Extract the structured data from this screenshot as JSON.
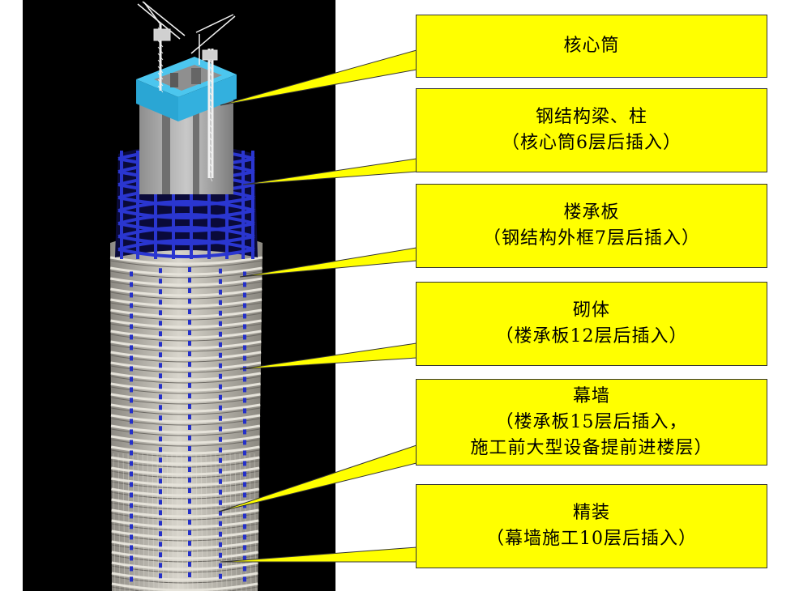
{
  "colors": {
    "background_left": "#000000",
    "callout_fill": "#ffff00",
    "core_top": "#39b8e6",
    "steel_frame": "#1f2bb8",
    "floor_slab": "#c9c6bd",
    "tower_concrete": "#a9a59c"
  },
  "callouts": [
    {
      "lines": [
        "核心筒"
      ]
    },
    {
      "lines": [
        "钢结构梁、柱",
        "（核心筒6层后插入）"
      ]
    },
    {
      "lines": [
        "楼承板",
        "（钢结构外框7层后插入）"
      ]
    },
    {
      "lines": [
        "砌体",
        "（楼承板12层后插入）"
      ]
    },
    {
      "lines": [
        "幕墙",
        "（楼承板15层后插入，",
        "施工前大型设备提前进楼层）"
      ]
    },
    {
      "lines": [
        "精装",
        "（幕墙施工10层后插入）"
      ]
    }
  ]
}
